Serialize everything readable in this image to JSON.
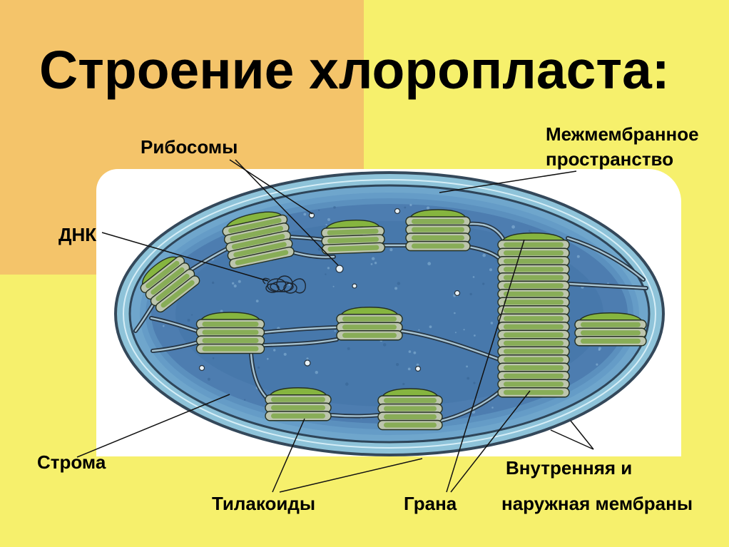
{
  "slide": {
    "title": "Строение хлоропласта:",
    "colors": {
      "background": "#F6F06C",
      "accent_block": "#F4C46A",
      "diagram_panel": "#FFFFFF",
      "stroma": "#4D7DB0",
      "grana": "#7FA848"
    }
  },
  "labels": {
    "ribosomes": "Рибосомы",
    "intermembrane_space": [
      "Межмембранное",
      "пространство"
    ],
    "dna": "ДНК",
    "stroma": "Строма",
    "thylakoids": "Тилакоиды",
    "grana": "Грана",
    "membranes": [
      "Внутренняя и",
      "наружная мембраны"
    ]
  }
}
